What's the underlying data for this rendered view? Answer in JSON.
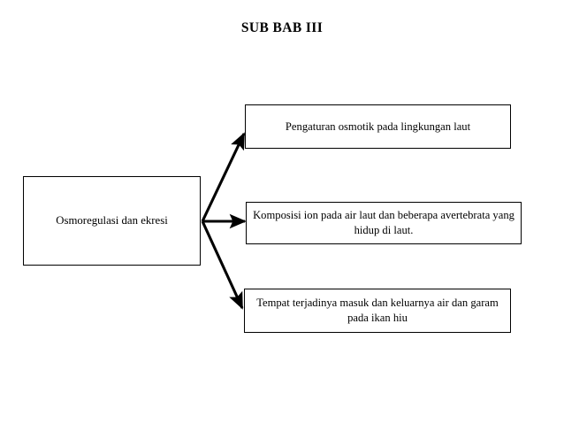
{
  "page": {
    "title": "SUB BAB III",
    "background_color": "#ffffff",
    "line_color": "#000000"
  },
  "diagram": {
    "type": "flowchart",
    "root": {
      "id": "node-root",
      "label": "Osmoregulasi dan ekresi"
    },
    "branches": [
      {
        "id": "node-top",
        "label": "Pengaturan osmotik pada lingkungan laut"
      },
      {
        "id": "node-mid",
        "label": "Komposisi ion pada air laut dan beberapa avertebrata yang hidup di laut."
      },
      {
        "id": "node-bottom",
        "label": "Tempat terjadinya masuk dan keluarnya air dan garam pada ikan hiu"
      }
    ],
    "connectors": [
      {
        "name": "arrow-root-to-top",
        "from": "node-root",
        "to": "node-top",
        "direction": "up-right"
      },
      {
        "name": "arrow-root-to-mid",
        "from": "node-root",
        "to": "node-mid",
        "direction": "right"
      },
      {
        "name": "arrow-root-to-bottom",
        "from": "node-root",
        "to": "node-bottom",
        "direction": "down-right"
      }
    ]
  }
}
